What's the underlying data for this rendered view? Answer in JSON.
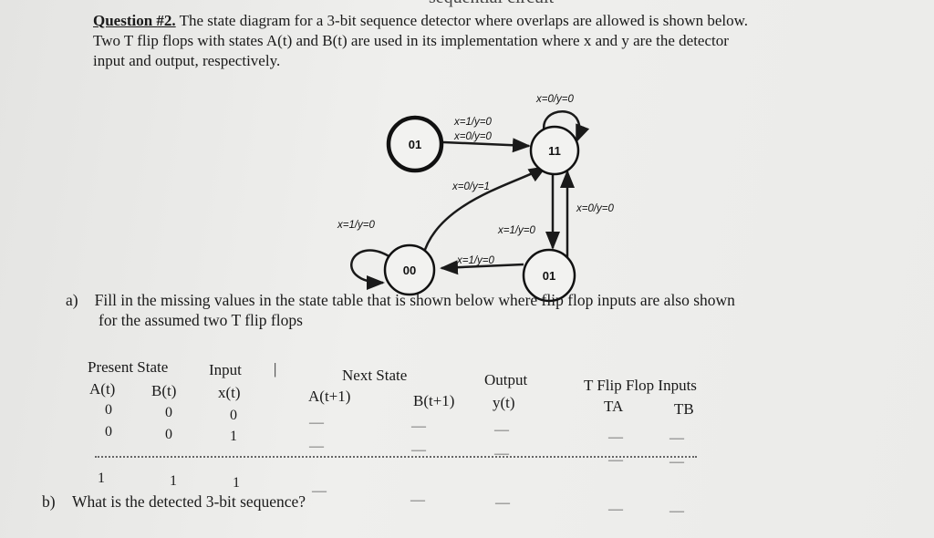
{
  "header_cut_text": "sequential circuit",
  "question": {
    "label": "Question #2.",
    "line1_rest": " The state diagram for a 3-bit sequence detector where overlaps are allowed is shown below.",
    "line2": "Two T flip flops with states A(t) and B(t) are used in its implementation where x and y are the detector",
    "line3": "input and output, respectively."
  },
  "diagram": {
    "states": [
      "01",
      "11",
      "00",
      "01"
    ],
    "transitions": {
      "self_11": "x=0/y=0",
      "top_a": "x=1/y=0",
      "top_b": "x=0/y=0",
      "curve": "x=0/y=1",
      "right": "x=0/y=0",
      "left_self": "x=1/y=0",
      "down": "x=1/y=0",
      "bottom": "x=1/y=0"
    }
  },
  "part_a": {
    "label": "a)",
    "line1": "Fill in the missing values in the state table that is shown below where flip flop inputs are also shown",
    "line2": "for the assumed two T flip flops"
  },
  "table": {
    "h_present": "Present State",
    "h_input": "Input",
    "h_next": "Next State",
    "h_output": "Output",
    "h_tff": "T Flip Flop Inputs",
    "sub_at": "A(t)",
    "sub_bt": "B(t)",
    "sub_xt": "x(t)",
    "sub_at1": "A(t+1)",
    "sub_bt1": "B(t+1)",
    "sub_yt": "y(t)",
    "sub_ta": "TA",
    "sub_tb": "TB",
    "row1": [
      "0",
      "0",
      "0"
    ],
    "row2": [
      "0",
      "0",
      "1"
    ],
    "last_row": [
      "1",
      "1",
      "1"
    ],
    "blank": "—"
  },
  "part_b": {
    "label": "b)",
    "text": "What is the detected 3-bit sequence?"
  }
}
